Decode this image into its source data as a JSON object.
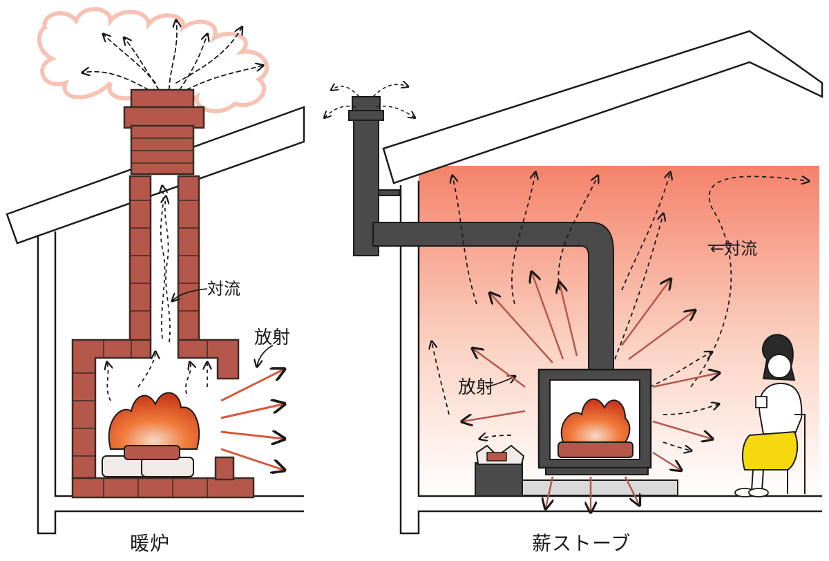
{
  "fireplace": {
    "caption": "暖炉",
    "convection_label": "対流",
    "radiation_label": "放射"
  },
  "wood_stove": {
    "caption": "薪ストーブ",
    "convection_label": "←対流",
    "radiation_label": "放射"
  },
  "colors": {
    "brick": "#b5574a",
    "mortar": "#3b2a25",
    "stove": "#4a4a4a",
    "arrow": "#d9563a",
    "flame_top": "#c83a1a",
    "flame_mid": "#f07a3a",
    "warm_room": "#f4826a",
    "skirt": "#f5d90e"
  }
}
